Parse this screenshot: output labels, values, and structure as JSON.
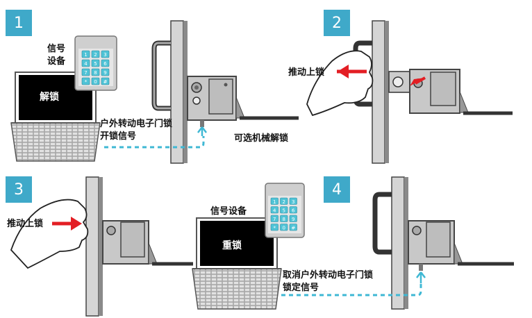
{
  "steps": [
    {
      "number": "1",
      "device_label_line1": "信号",
      "device_label_line2": "设备",
      "screen_text": "解锁",
      "signal_line1": "户外转动电子门锁",
      "signal_line2": "开锁信号",
      "optional_label": "可选机械解锁"
    },
    {
      "number": "2",
      "action_label": "推动上锁"
    },
    {
      "number": "3",
      "action_label": "推动上锁"
    },
    {
      "number": "4",
      "device_label": "信号设备",
      "screen_text": "重锁",
      "signal_line1": "取消户外转动电子门锁",
      "signal_line2": "锁定信号"
    }
  ],
  "keypad_keys": [
    "1",
    "2",
    "3",
    "4",
    "5",
    "6",
    "7",
    "8",
    "9",
    "*",
    "0",
    "#"
  ],
  "colors": {
    "badge": "#3fa9c9",
    "keypad_key": "#4fc3d6",
    "arrow_red": "#e31e24",
    "dashed_blue": "#3fb8d4",
    "lock_body": "#c8c8c8"
  }
}
